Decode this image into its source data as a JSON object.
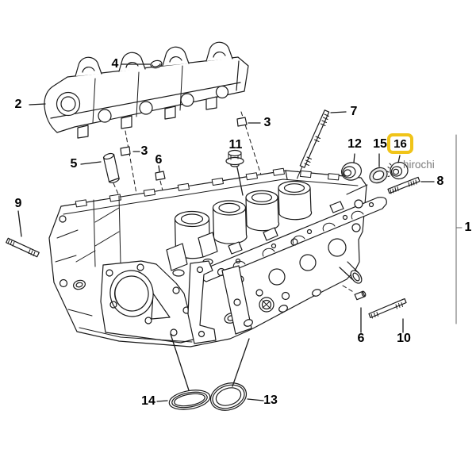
{
  "diagram": {
    "watermark": "hirochi",
    "callouts": {
      "c1": "1",
      "c2": "2",
      "c3a": "3",
      "c3b": "3",
      "c4": "4",
      "c5": "5",
      "c6a": "6",
      "c6b": "6",
      "c7": "7",
      "c8": "8",
      "c9": "9",
      "c10": "10",
      "c11": "11",
      "c12": "12",
      "c13": "13",
      "c14": "14",
      "c15": "15",
      "c16": "16"
    },
    "highlight": {
      "part_label": "16",
      "border_color": "#f0c419",
      "fill_color": "#ffffff"
    },
    "colors": {
      "drawing_line": "#1a1a1a",
      "label_text": "#000000",
      "watermark_text": "#7b7b7b",
      "bracket_line": "#666666",
      "background": "#ffffff"
    }
  }
}
